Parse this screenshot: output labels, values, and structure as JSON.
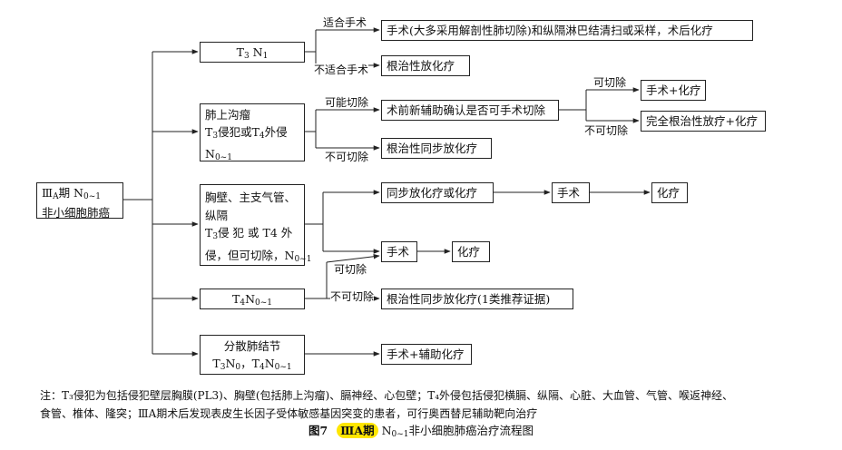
{
  "root": {
    "line1_a": "Ⅲ",
    "line1_sub": "A",
    "line1_b": "期 N",
    "line1_sub2": "0~1",
    "line2": "非小细胞肺癌"
  },
  "n1": {
    "t": "T",
    "t_sub": "3",
    "n": " N",
    "n_sub": "1"
  },
  "n1_fit": "适合手术",
  "n1_unfit": "不适合手术",
  "n1_surgery": "手术(大多采用解剖性肺切除)和纵隔淋巴结清扫或采样，术后化疗",
  "n1_radical": "根治性放化疗",
  "n2": {
    "l1": "肺上沟瘤",
    "l2a": "T",
    "l2a_sub": "3",
    "l2b": "侵犯或T",
    "l2b_sub": "4",
    "l2c": "外侵",
    "l3a": "N",
    "l3_sub": "0~1"
  },
  "n2_can": "可能切除",
  "n2_cannot": "不可切除",
  "n2_neo": "术前新辅助确认是否可手术切除",
  "n2_crt": "根治性同步放化疗",
  "n2_res": "可切除",
  "n2_unres": "不可切除",
  "n2_surg_chemo": "手术+化疗",
  "n2_full": "完全根治性放疗+化疗",
  "n3": {
    "l1": "胸壁、主支气管、",
    "l2": "纵隔",
    "l3a": "T",
    "l3_sub": "3",
    "l3b": "侵 犯 或 T4 外",
    "l4a": "侵，但可切除，N",
    "l4_sub": "0~1"
  },
  "n3_sync": "同步放化疗或化疗",
  "n3_surg": "手术",
  "n3_chemo": "化疗",
  "n3_surg2": "手术",
  "n3_chemo2": "化疗",
  "n4": {
    "t": "T",
    "t_sub": "4",
    "n": "N",
    "n_sub": "0~1"
  },
  "n4_res": "可切除",
  "n4_unres": "不可切除",
  "n4_crt": "根治性同步放化疗(1类推荐证据)",
  "n5": {
    "l1": "分散肺结节",
    "l2a": "T",
    "l2a_sub": "3",
    "l2b": "N",
    "l2b_sub": "0",
    "l2c": "，T",
    "l2c_sub": "4",
    "l2d": "N",
    "l2d_sub": "0~1"
  },
  "n5_surg": "手术+辅助化疗",
  "note": {
    "line1": "注：T₃侵犯为包括侵犯壁层胸膜(PL3)、胸壁(包括肺上沟瘤)、膈神经、心包壁；T₄外侵包括侵犯横膈、纵隔、心脏、大血管、气管、喉返神经、",
    "line2": "食管、椎体、隆突；ⅢA期术后发现表皮生长因子受体敏感基因突变的患者，可行奥西替尼辅助靶向治疗"
  },
  "caption": {
    "num": "图7",
    "hl": "ⅢA期",
    "mid": " N",
    "sub": "0~1",
    "rest": "非小细胞肺癌治疗流程图"
  },
  "colors": {
    "line": "#222222",
    "highlight": "#ffe600"
  }
}
